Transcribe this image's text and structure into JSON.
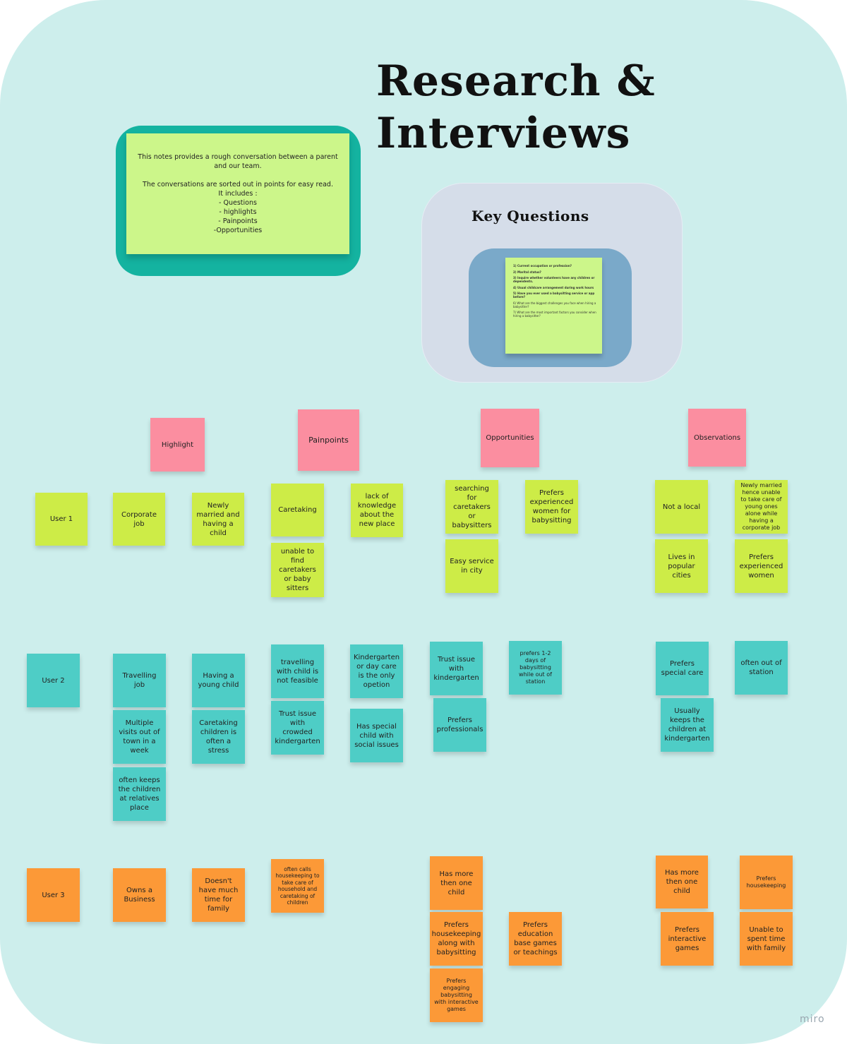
{
  "title": {
    "line1": "Research &",
    "line2": "Interviews"
  },
  "intro": "This notes provides a rough conversation between a parent and our team.\n\nThe conversations are sorted out in points for easy read.\nIt includes :\n- Questions\n- highlights\n- Painpoints\n-Opportunities",
  "key_questions": {
    "title": "Key Questions",
    "items": [
      {
        "text": "1) Current occupation or profession?",
        "bold": true
      },
      {
        "text": "2) Marital status?",
        "bold": true
      },
      {
        "text": "3) Inquire whether volunteers have any children or dependents.",
        "bold": true
      },
      {
        "text": "4) Usual childcare arrangement during work hours",
        "bold": true
      },
      {
        "text": "5) Have you ever used a babysitting service or app before?",
        "bold": true
      },
      {
        "text": "6) What are the biggest challenges you face when hiring a babysitter?",
        "bold": false
      },
      {
        "text": "7) What are the most important factors you consider when hiring a babysitter?",
        "bold": false
      }
    ]
  },
  "headers": {
    "highlight": "Highlight",
    "painpoints": "Painpoints",
    "opportunities": "Opportunities",
    "observations": "Observations"
  },
  "user1": {
    "label": "User 1",
    "highlight": [
      "Corporate job",
      "Newly married and having a child"
    ],
    "painpoints": [
      "Caretaking",
      "unable to find caretakers or baby sitters",
      "lack of knowledge about the new place"
    ],
    "opportunities": [
      "searching for caretakers or babysitters",
      "Easy service in city",
      "Prefers experienced women for babysitting"
    ],
    "observations": [
      "Not a local",
      "Lives in popular cities",
      "Newly married hence unable to take care of young ones alone while having a corporate job",
      "Prefers experienced women"
    ]
  },
  "user2": {
    "label": "User 2",
    "highlight": [
      "Travelling job",
      "Multiple visits out of town in a week",
      "often keeps the children at relatives place",
      "Having a young child",
      "Caretaking children is often a stress"
    ],
    "painpoints": [
      "travelling with child is not feasible",
      "Trust issue with crowded kindergarten",
      "Kindergarten or day care is the only opetion",
      "Has special child with social issues"
    ],
    "opportunities": [
      "Trust issue with kindergarten",
      "Prefers professionals",
      "prefers 1-2 days of babysitting while out of station"
    ],
    "observations": [
      "Prefers special care",
      "Usually keeps the children at kindergarten",
      "often out of station"
    ]
  },
  "user3": {
    "label": "User 3",
    "highlight": [
      "Owns a Business",
      "Doesn't have much time for family"
    ],
    "painpoints": [
      "often calls housekeeping to take care of household and caretaking of children"
    ],
    "opportunities": [
      "Has more then one child",
      "Prefers housekeeping along with babysitting",
      "Prefers engaging babysitting with interactive games",
      "Prefers education base games or teachings"
    ],
    "observations": [
      "Has more then one child",
      "Prefers interactive games",
      "Prefers housekeeping",
      "Unable to spent time with family"
    ]
  },
  "watermark": "miro",
  "colors": {
    "board": "#cdeeec",
    "header": "#fb8ea0",
    "user1": "#cdec47",
    "user2": "#4ecdc6",
    "user3": "#fc9937",
    "intro_frame": "#14b3a0",
    "note_green": "#ccf68a",
    "kq_outer": "#d5dde9",
    "kq_inner": "#7aa9c9"
  }
}
